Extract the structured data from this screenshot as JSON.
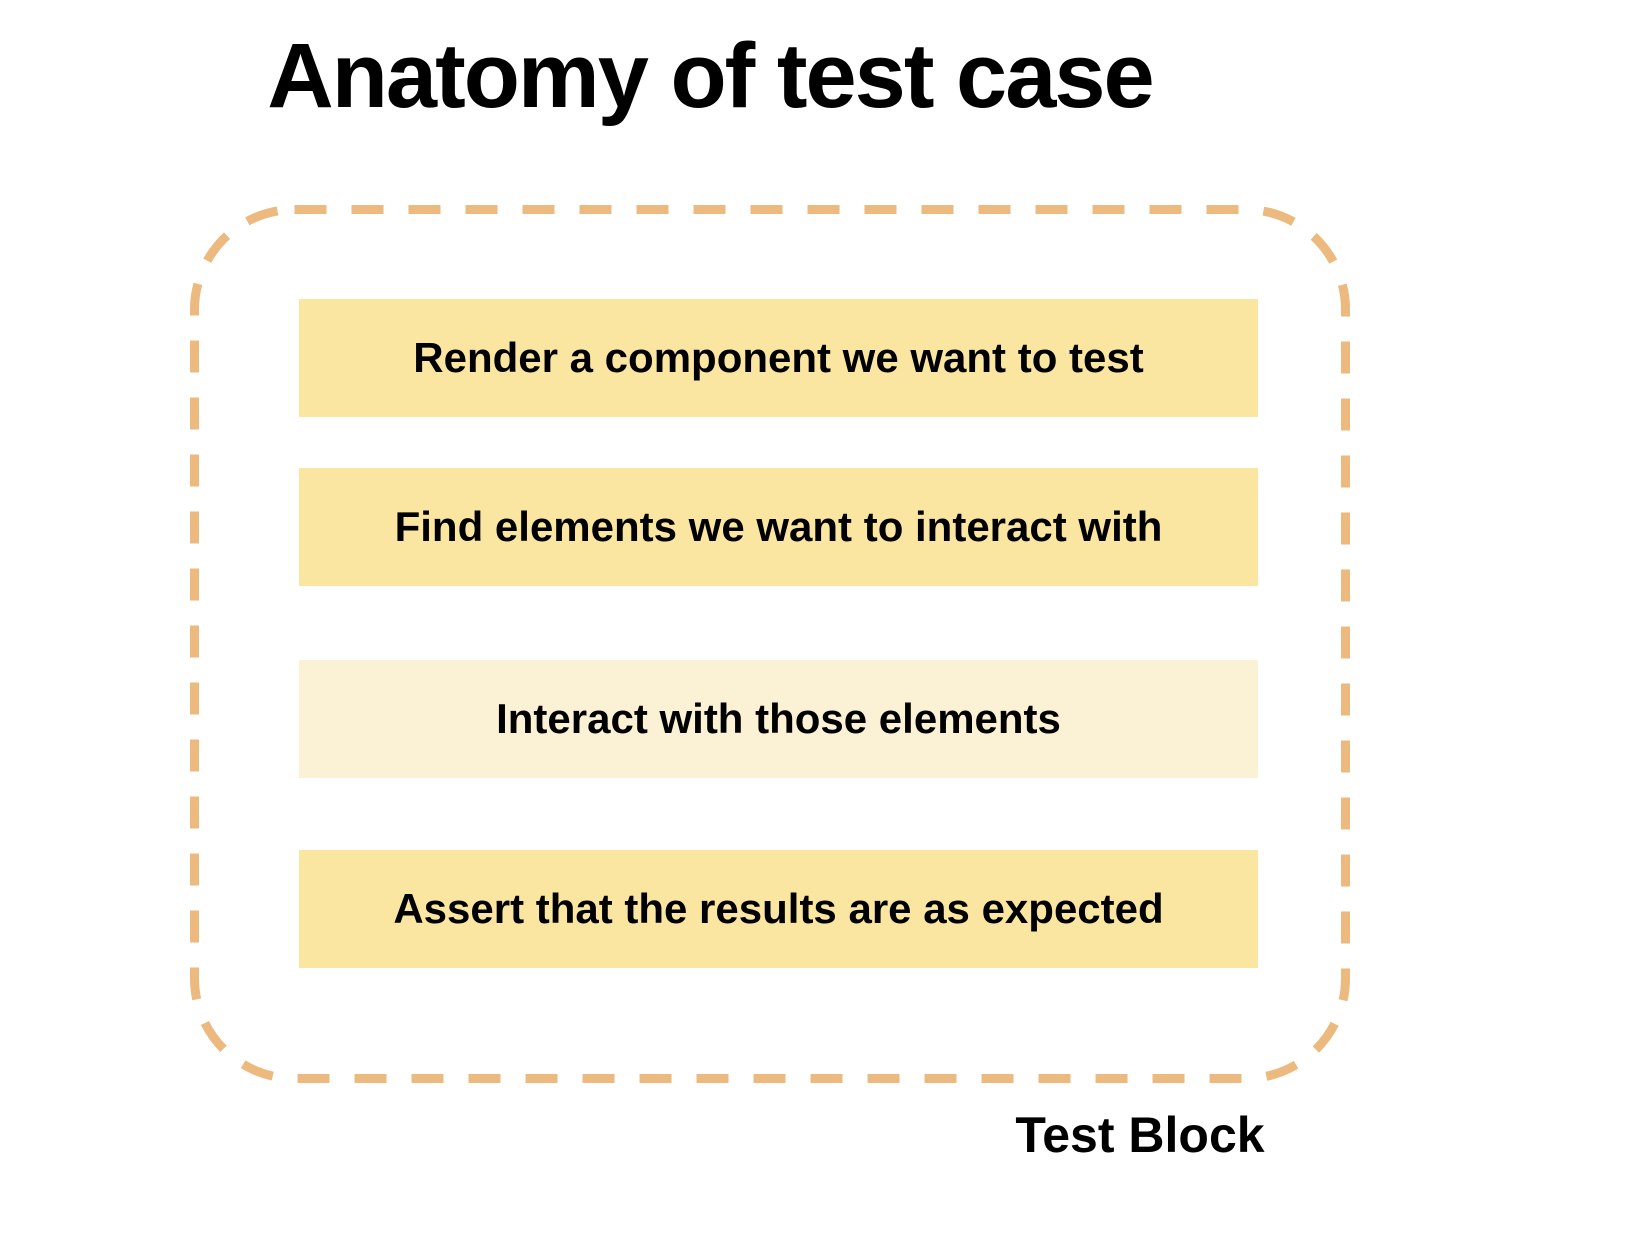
{
  "slide": {
    "title": "Anatomy of test case",
    "caption": "Test Block"
  },
  "diagram": {
    "steps": [
      {
        "label": "Render a component we want to test",
        "tone": "normal"
      },
      {
        "label": "Find elements we want to interact with",
        "tone": "normal"
      },
      {
        "label": "Interact with those elements",
        "tone": "light"
      },
      {
        "label": "Assert that the results are as expected",
        "tone": "normal"
      }
    ]
  },
  "colors": {
    "step-bg": "#FAE5A1",
    "step-bg-light": "#FBF1D4",
    "dash": "#ECB97F",
    "ink": "#000000",
    "bg": "#FFFFFF"
  }
}
